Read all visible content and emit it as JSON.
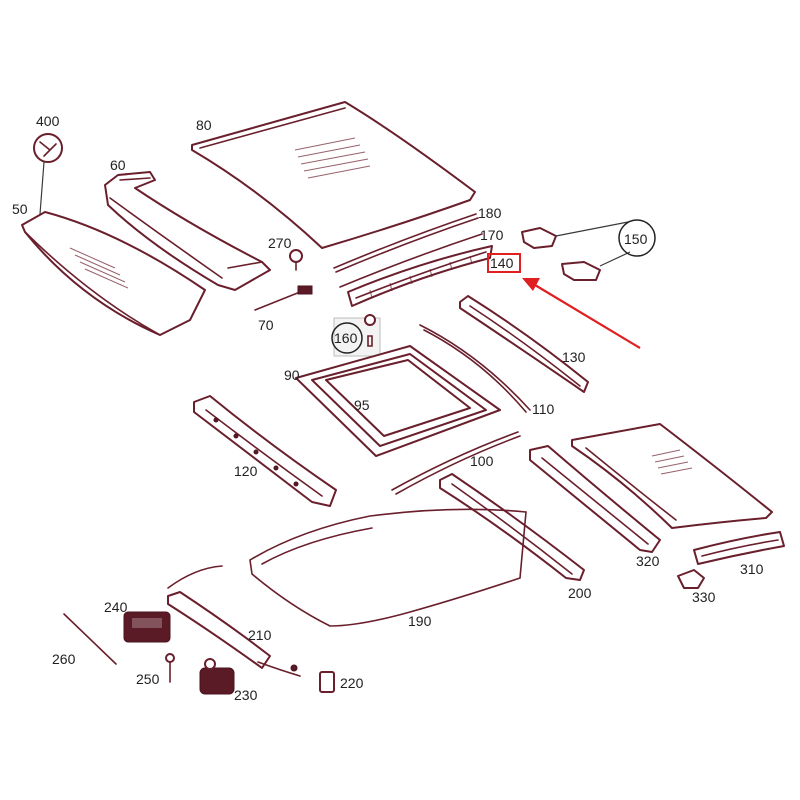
{
  "labels": {
    "l400": "400",
    "l80": "80",
    "l60": "60",
    "l50": "50",
    "l270": "270",
    "l180": "180",
    "l170": "170",
    "l140": "140",
    "l150": "150",
    "l70": "70",
    "l160": "160",
    "l130": "130",
    "l90": "90",
    "l95": "95",
    "l110": "110",
    "l120": "120",
    "l100": "100",
    "l320": "320",
    "l310": "310",
    "l330": "330",
    "l190": "190",
    "l200": "200",
    "l240": "240",
    "l210": "210",
    "l260": "260",
    "l250": "250",
    "l230": "230",
    "l220": "220"
  },
  "colors": {
    "part_stroke": "#6a1f2c",
    "highlight": "#e02020"
  },
  "highlighted_part": "140"
}
